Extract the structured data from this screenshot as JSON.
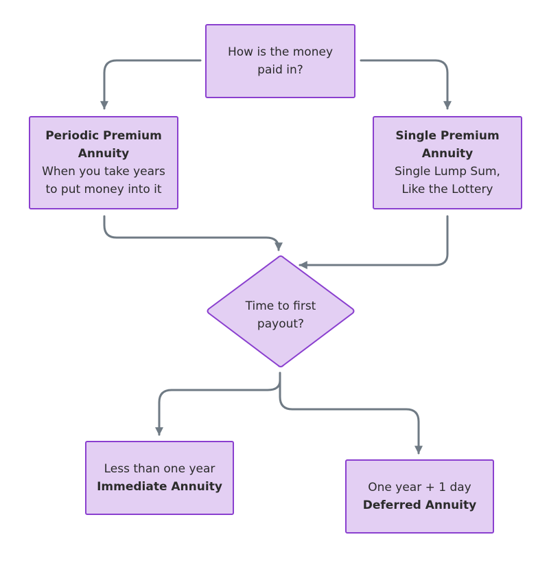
{
  "nodes": {
    "question": {
      "line1": "How is the money",
      "line2": "paid in?"
    },
    "periodic": {
      "title1": "Periodic Premium",
      "title2": "Annuity",
      "desc1": "When you take years",
      "desc2": "to put money into it"
    },
    "single": {
      "title1": "Single Premium",
      "title2": "Annuity",
      "desc1": "Single Lump Sum,",
      "desc2": "Like the Lottery"
    },
    "decision": {
      "line1": "Time to first",
      "line2": "payout?"
    },
    "immediate": {
      "desc": "Less than one year",
      "title": "Immediate Annuity"
    },
    "deferred": {
      "desc": "One year + 1 day",
      "title": "Deferred Annuity"
    }
  },
  "colors": {
    "node_fill": "#e3cff3",
    "node_border": "#8a3fcf",
    "connector": "#6f7a84"
  }
}
